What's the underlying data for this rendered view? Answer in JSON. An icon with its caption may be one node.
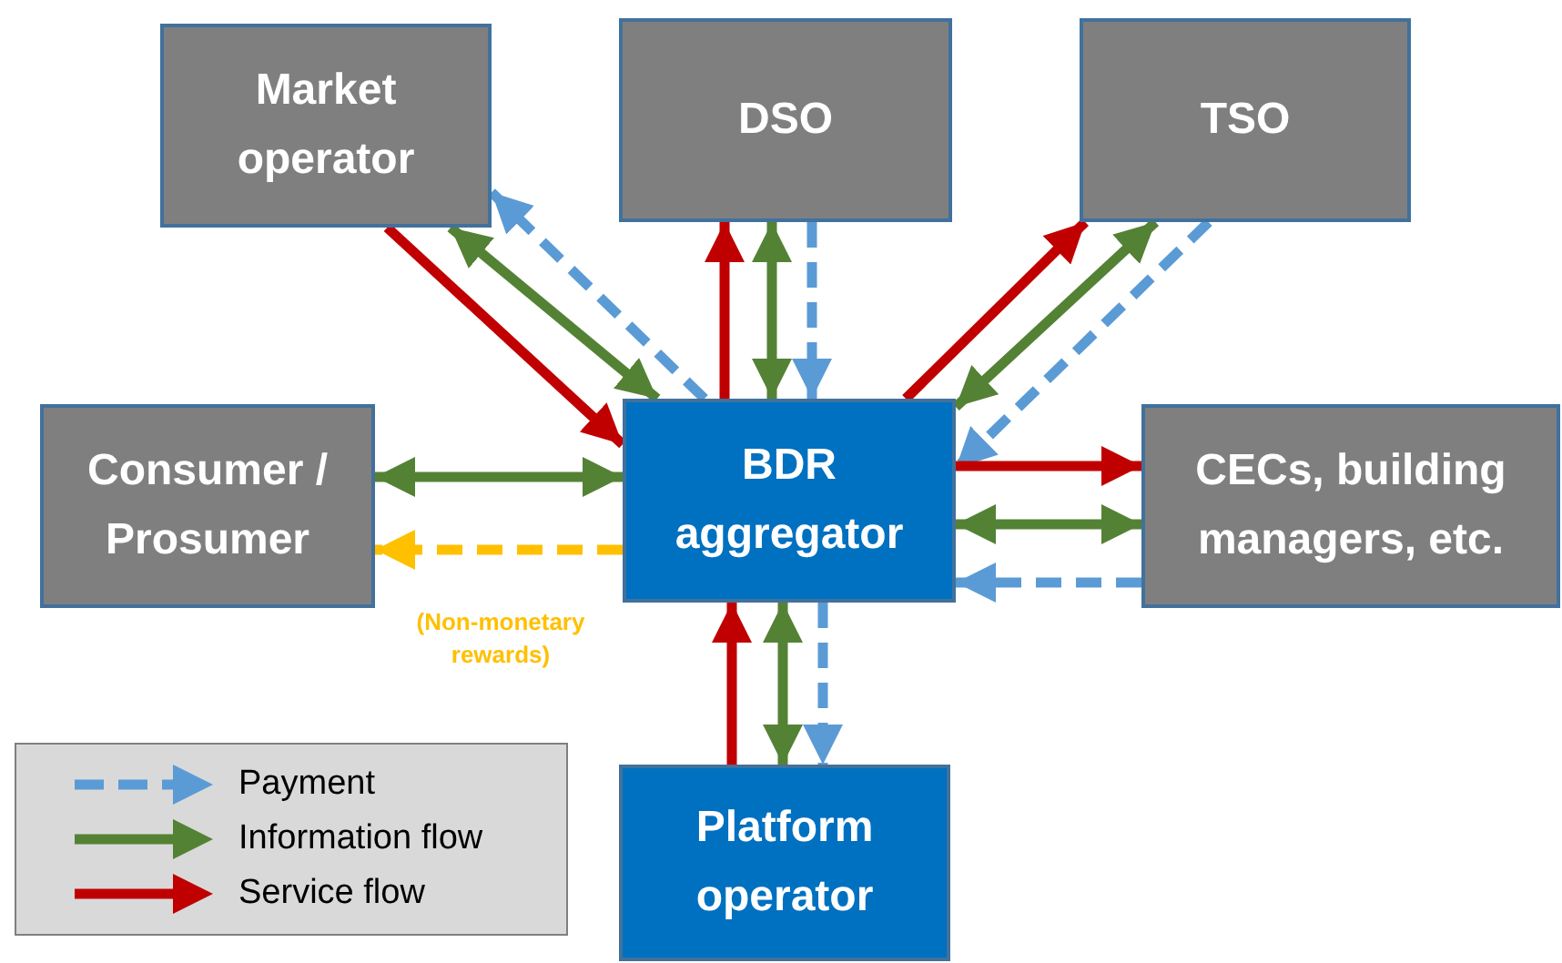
{
  "diagram": {
    "nodes": [
      {
        "text": [
          "Market operator"
        ]
      },
      {
        "text": [
          "DSO"
        ]
      },
      {
        "text": [
          "TSO"
        ]
      },
      {
        "text": [
          "Consumer / Prosumer"
        ]
      },
      {
        "text": [
          "BDR aggregator"
        ]
      },
      {
        "text": [
          "CECs, building managers, etc."
        ]
      },
      {
        "text": [
          "Platform operator"
        ]
      }
    ],
    "edges": [
      {
        "from": 0,
        "to": 4,
        "arrow": "to",
        "color": "#c00000"
      },
      {
        "from": 0,
        "to": 4,
        "arrow": "both"
      },
      {
        "from": 4,
        "to": 0,
        "arrow": "to",
        "style": "dashed",
        "color": "#5b9bd5"
      },
      {
        "from": 4,
        "to": 1,
        "arrow": "to",
        "color": "#c00000"
      },
      {
        "from": 1,
        "to": 4,
        "arrow": "both"
      },
      {
        "from": 1,
        "to": 4,
        "arrow": "to",
        "style": "dashed",
        "color": "#5b9bd5"
      },
      {
        "from": 4,
        "to": 2,
        "arrow": "to",
        "color": "#c00000"
      },
      {
        "from": 2,
        "to": 4,
        "arrow": "both"
      },
      {
        "from": 2,
        "to": 4,
        "arrow": "to",
        "style": "dashed",
        "color": "#5b9bd5"
      },
      {
        "from": 3,
        "to": 4,
        "arrow": "both"
      },
      {
        "from": 4,
        "to": 3,
        "arrow": "to",
        "style": "dashed",
        "color": "#ffc000",
        "label": "(Non-monetary rewards)"
      },
      {
        "from": 4,
        "to": 5,
        "arrow": "to",
        "color": "#c00000"
      },
      {
        "from": 4,
        "to": 5,
        "arrow": "both"
      },
      {
        "from": 5,
        "to": 4,
        "arrow": "to",
        "style": "dashed",
        "color": "#5b9bd5"
      },
      {
        "from": 6,
        "to": 4,
        "arrow": "to",
        "color": "#c00000"
      },
      {
        "from": 6,
        "to": 4,
        "arrow": "both"
      },
      {
        "from": 4,
        "to": 6,
        "arrow": "to",
        "style": "dashed",
        "color": "#5b9bd5"
      }
    ],
    "legend": [
      {
        "text": "Payment"
      },
      {
        "text": "Information flow"
      },
      {
        "text": "Service flow"
      }
    ]
  }
}
